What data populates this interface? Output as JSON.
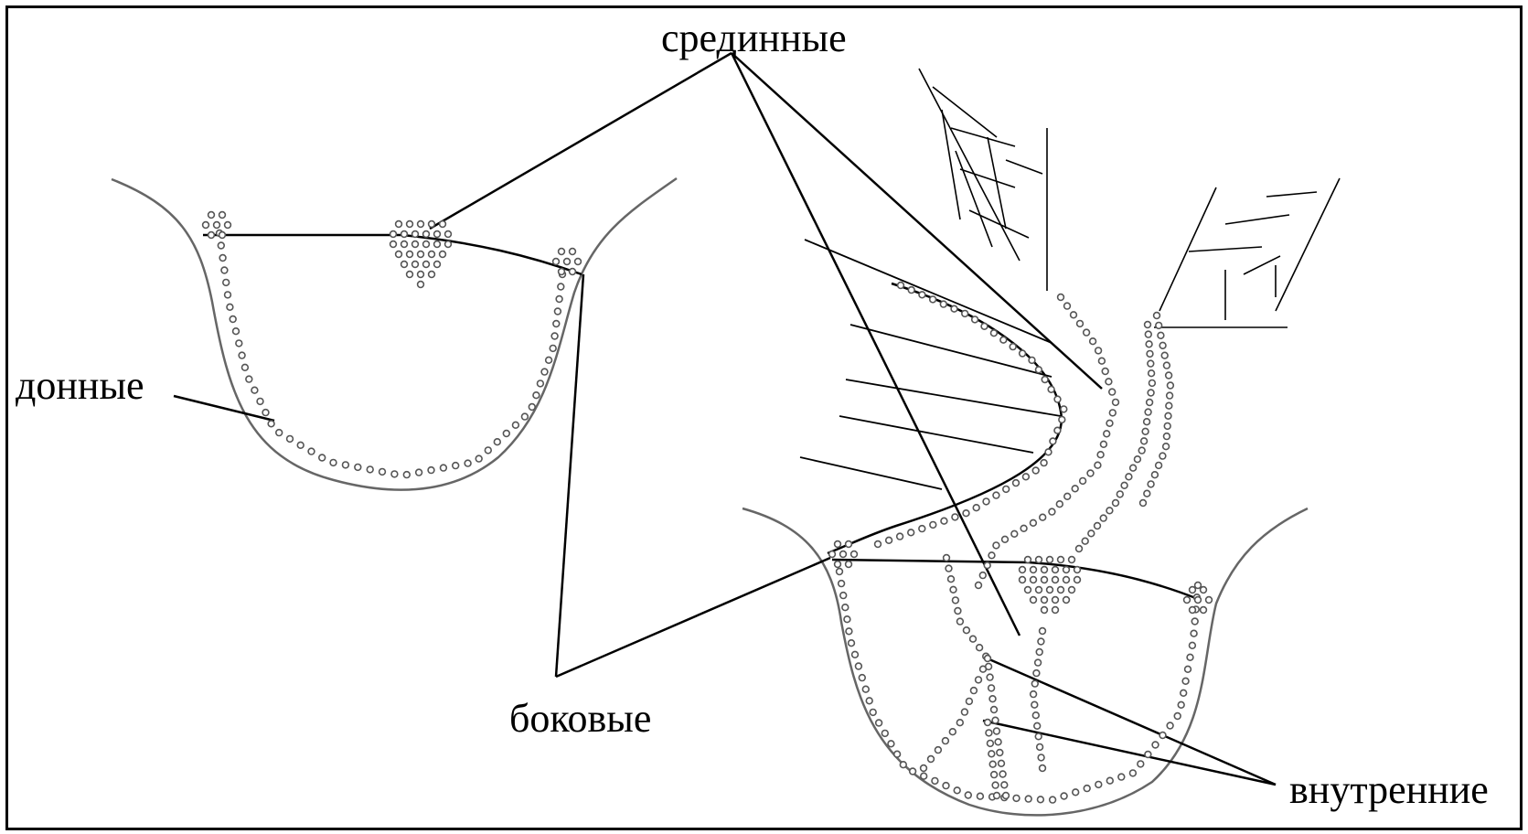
{
  "labels": {
    "middle": "срединные",
    "bottom": "донные",
    "lateral": "боковые",
    "internal": "внутренние"
  },
  "colors": {
    "line": "#000000",
    "curve": "#666666",
    "dots": "#555555",
    "background": "#ffffff"
  }
}
